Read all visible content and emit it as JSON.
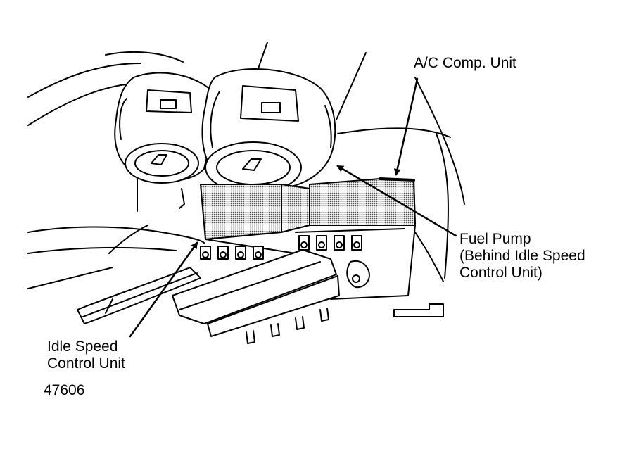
{
  "labels": {
    "ac_comp_unit": "A/C Comp. Unit",
    "fuel_pump": {
      "line1": "Fuel Pump",
      "line2": "(Behind Idle Speed",
      "line3": "Control Unit)"
    },
    "idle_speed": {
      "line1": "Idle Speed",
      "line2": "Control Unit"
    },
    "figure_number": "47606"
  },
  "colors": {
    "line": "#000000",
    "shaded": "#c8c8c8",
    "background": "#ffffff"
  }
}
